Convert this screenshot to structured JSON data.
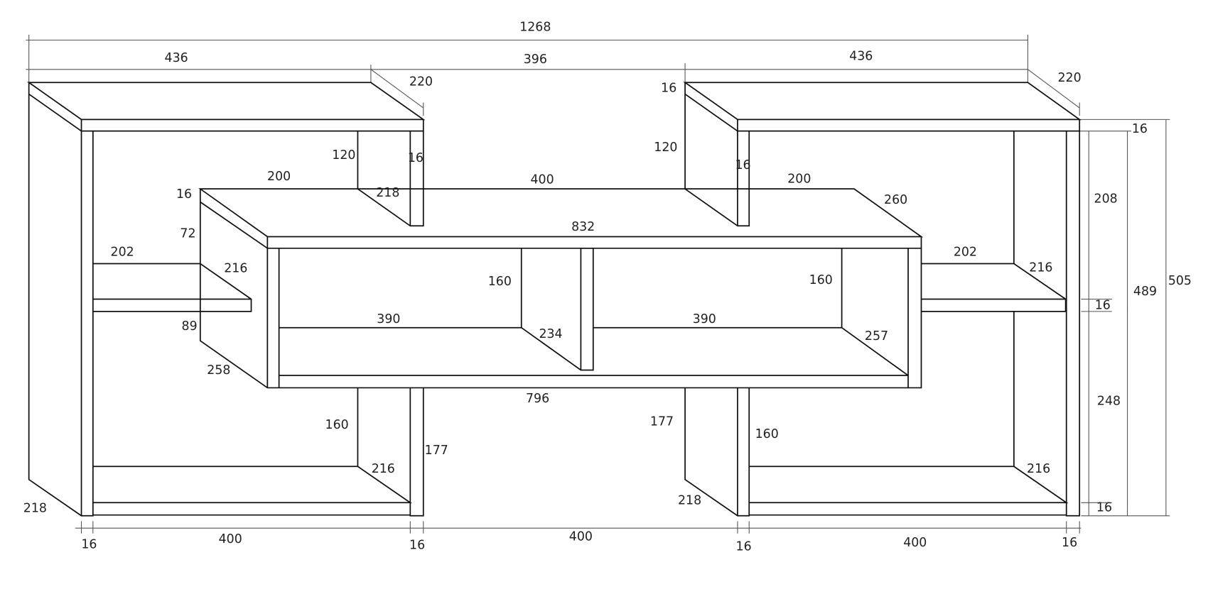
{
  "title": "Shelving unit dimension drawing",
  "colors": {
    "line": "#111111",
    "dimension_line": "#555555",
    "background": "#ffffff"
  },
  "dims": [
    "1268",
    "436",
    "396",
    "436",
    "220",
    "220",
    "16",
    "16",
    "120",
    "16",
    "120",
    "16",
    "200",
    "218",
    "400",
    "200",
    "260",
    "208",
    "16",
    "832",
    "72",
    "202",
    "216",
    "202",
    "216",
    "160",
    "160",
    "489",
    "505",
    "16",
    "390",
    "390",
    "89",
    "234",
    "257",
    "258",
    "796",
    "248",
    "177",
    "160",
    "160",
    "177",
    "216",
    "216",
    "218",
    "16",
    "218",
    "400",
    "400",
    "400",
    "16",
    "16",
    "16",
    "16"
  ]
}
